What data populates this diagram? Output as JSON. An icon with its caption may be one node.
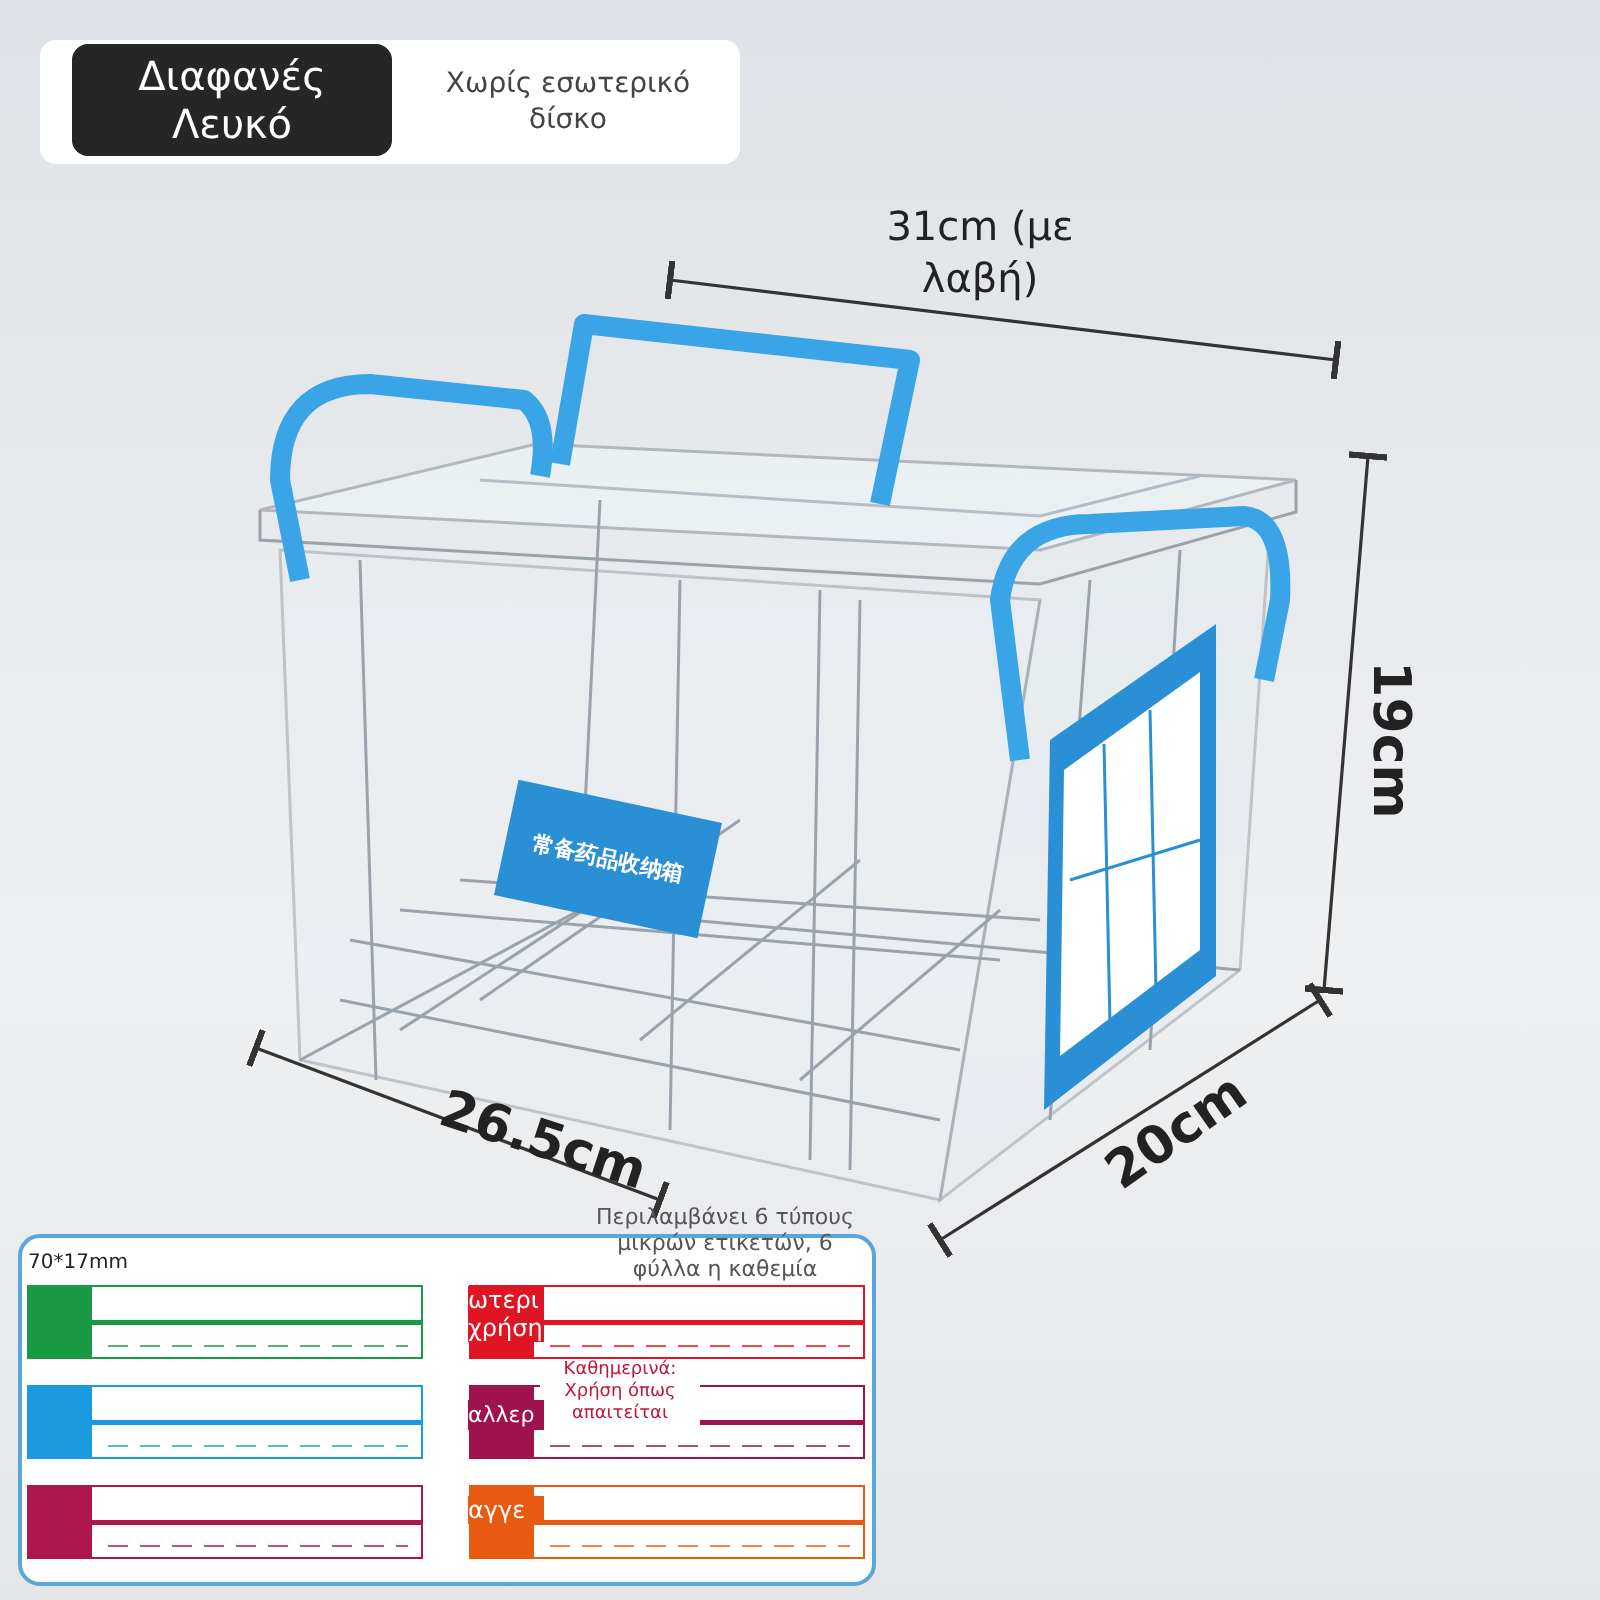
{
  "diagram": {
    "nodes": [
      {
        "text": [
          "Διαφανές Λευκό"
        ]
      },
      {
        "text": [
          "Χωρίς εσωτερικό δίσκο"
        ]
      }
    ],
    "edges": [],
    "labels": [
      "31cm (με λαβή)",
      "19cm",
      "常备药品收纳箱",
      "26.5cm",
      "20cm",
      "Περιλαμβάνει 6 τύπους μικρών ετικετών, 6 φύλλα η καθεμία",
      "70*17mm",
      "ωτερι",
      "χρήση",
      "Καθημερινά: Χρήση όπως απαιτείται",
      "αλλερ",
      "αγγε"
    ]
  }
}
